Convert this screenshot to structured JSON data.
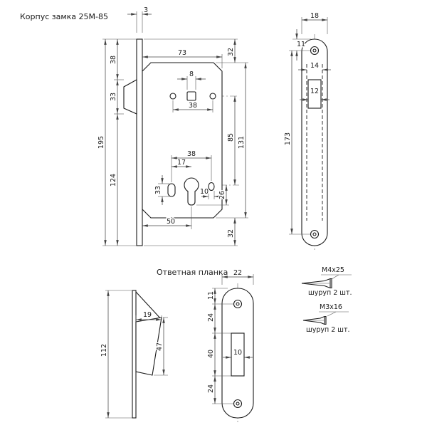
{
  "title": "Корпус замка 25М-85",
  "lock_front": {
    "faceplate_thickness": "3",
    "body_width": "73",
    "spindle_square": "8",
    "handle_hole_span": "38",
    "left_top": "38",
    "latch_height": "33",
    "faceplate_height": "195",
    "left_bottom": "124",
    "cylinder_span": "38",
    "cylinder_half_span": "17",
    "left_slot_height": "33",
    "right_hole": "10",
    "cylinder_offset": "26",
    "backset": "50",
    "right_top": "32",
    "centers_distance": "85",
    "body_height": "131",
    "right_bottom": "32"
  },
  "lock_side": {
    "faceplate_width": "18",
    "screw_hole_offset": "11",
    "case_width": "14",
    "latch_slot_width": "12",
    "screw_holes_span": "173"
  },
  "strike_plate": {
    "title": "Ответная планка",
    "width": "22",
    "screw_hole_offset": "11",
    "upper_gap": "24",
    "opening_height": "40",
    "opening_width": "10",
    "lower_gap": "24"
  },
  "strike_side": {
    "lip_depth": "19",
    "lip_height": "47",
    "plate_height": "112"
  },
  "screws": [
    {
      "label": "M4x25",
      "note": "шуруп 2 шт."
    },
    {
      "label": "M3x16",
      "note": "шуруп 2 шт."
    }
  ],
  "colors": {
    "line": "#1a1a1a",
    "background": "#ffffff"
  }
}
